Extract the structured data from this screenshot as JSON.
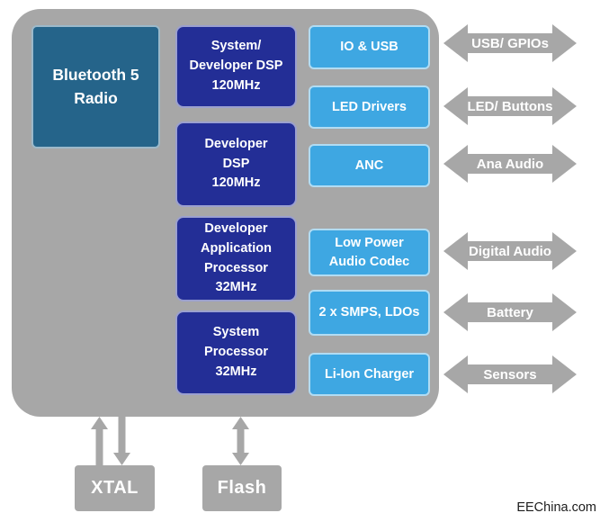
{
  "radio": {
    "label": "Bluetooth 5\nRadio"
  },
  "cores": [
    {
      "label": "System/\nDeveloper DSP\n120MHz"
    },
    {
      "label": "Developer\nDSP\n120MHz"
    },
    {
      "label": "Developer\nApplication\nProcessor\n32MHz"
    },
    {
      "label": "System\nProcessor\n32MHz"
    }
  ],
  "peripherals": [
    {
      "label": "IO & USB"
    },
    {
      "label": "LED Drivers"
    },
    {
      "label": "ANC"
    },
    {
      "label": "Low Power\nAudio Codec"
    },
    {
      "label": "2 x SMPS, LDOs"
    },
    {
      "label": "Li-Ion Charger"
    }
  ],
  "io_arrows": [
    {
      "label": "USB/ GPIOs"
    },
    {
      "label": "LED/ Buttons"
    },
    {
      "label": "Ana Audio"
    },
    {
      "label": "Digital Audio"
    },
    {
      "label": "Battery"
    },
    {
      "label": "Sensors"
    }
  ],
  "external": [
    {
      "label": "XTAL"
    },
    {
      "label": "Flash"
    }
  ],
  "watermark": "EEChina.com",
  "colors": {
    "chip-gray": "#a7a7a7",
    "core-blue": "#232e96",
    "radio-teal": "#25648a",
    "peripheral-blue": "#3ea7e2",
    "label-white": "#ffffff",
    "watermark-black": "#1c1c1c"
  }
}
